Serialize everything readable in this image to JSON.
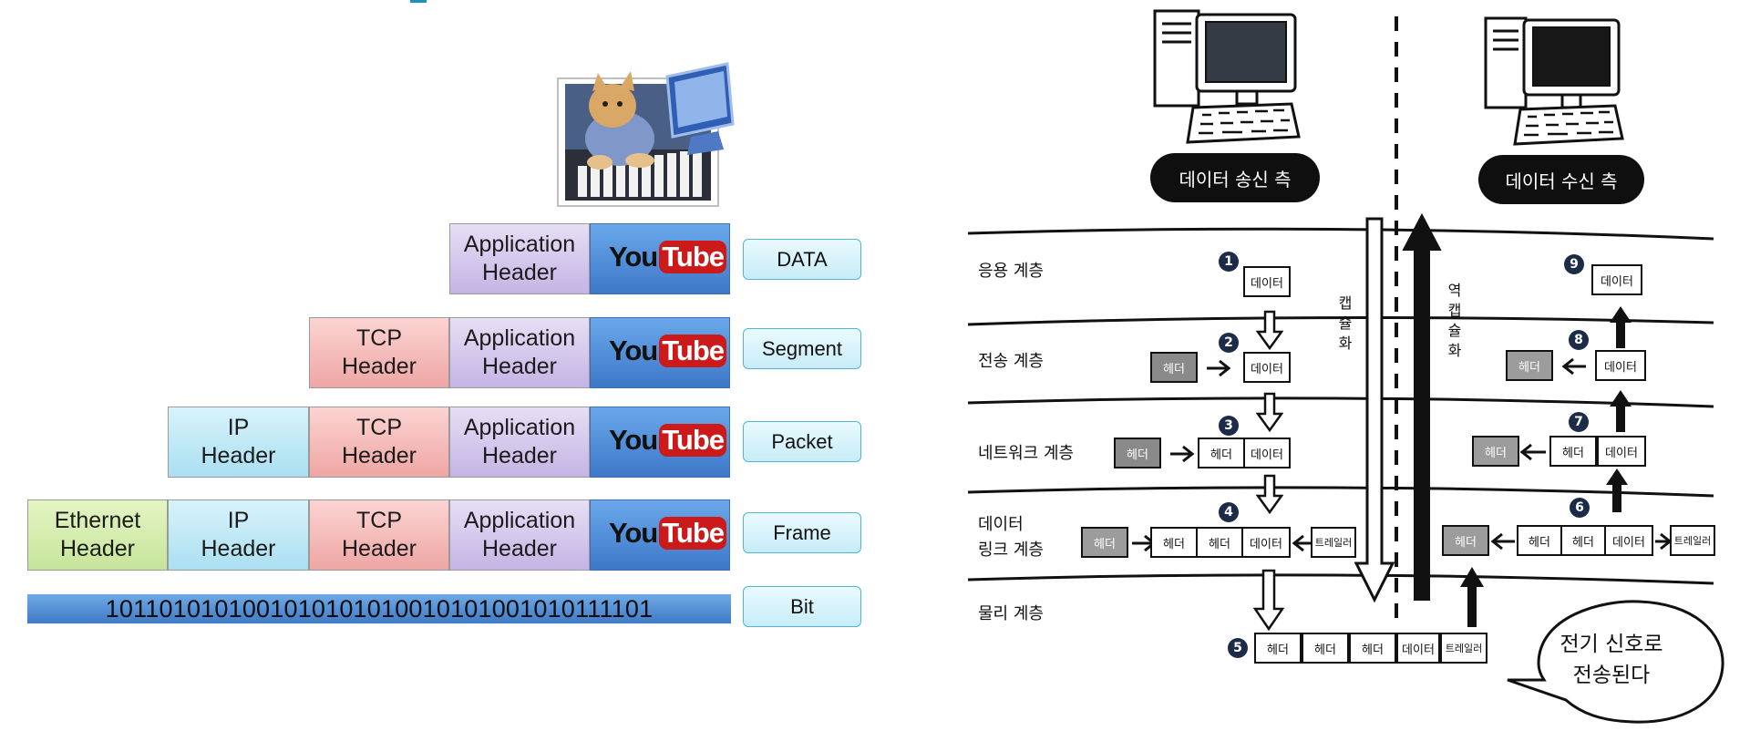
{
  "left": {
    "rows": [
      {
        "cells": [
          {
            "kind": "app",
            "text": "Application\nHeader"
          }
        ],
        "label": "DATA"
      },
      {
        "cells": [
          {
            "kind": "tcp",
            "text": "TCP\nHeader"
          },
          {
            "kind": "app",
            "text": "Application\nHeader"
          }
        ],
        "label": "Segment"
      },
      {
        "cells": [
          {
            "kind": "ip",
            "text": "IP\nHeader"
          },
          {
            "kind": "tcp",
            "text": "TCP\nHeader"
          },
          {
            "kind": "app",
            "text": "Application\nHeader"
          }
        ],
        "label": "Packet"
      },
      {
        "cells": [
          {
            "kind": "eth",
            "text": "Ethernet\nHeader"
          },
          {
            "kind": "ip",
            "text": "IP\nHeader"
          },
          {
            "kind": "tcp",
            "text": "TCP\nHeader"
          },
          {
            "kind": "app",
            "text": "Application\nHeader"
          }
        ],
        "label": "Frame"
      }
    ],
    "youtube": {
      "you": "You",
      "tube": "Tube"
    },
    "bits": "1011010101001010101010010101001010111101",
    "bit_label": "Bit"
  },
  "right": {
    "sender_label": "데이터 송신 측",
    "receiver_label": "데이터 수신 측",
    "layers": {
      "application": "응용 계층",
      "transport": "전송 계층",
      "network": "네트워크 계층",
      "datalink": "데이터\n링크 계층",
      "physical": "물리 계층"
    },
    "encapsulation": "캡\n슐\n화",
    "decapsulation": "역\n캡\n슐\n화",
    "words": {
      "data": "데이터",
      "header": "헤더",
      "trailer": "트레일러"
    },
    "steps": [
      "1",
      "2",
      "3",
      "4",
      "5",
      "6",
      "7",
      "8",
      "9"
    ],
    "bubble": "전기 신호로\n전송된다"
  }
}
